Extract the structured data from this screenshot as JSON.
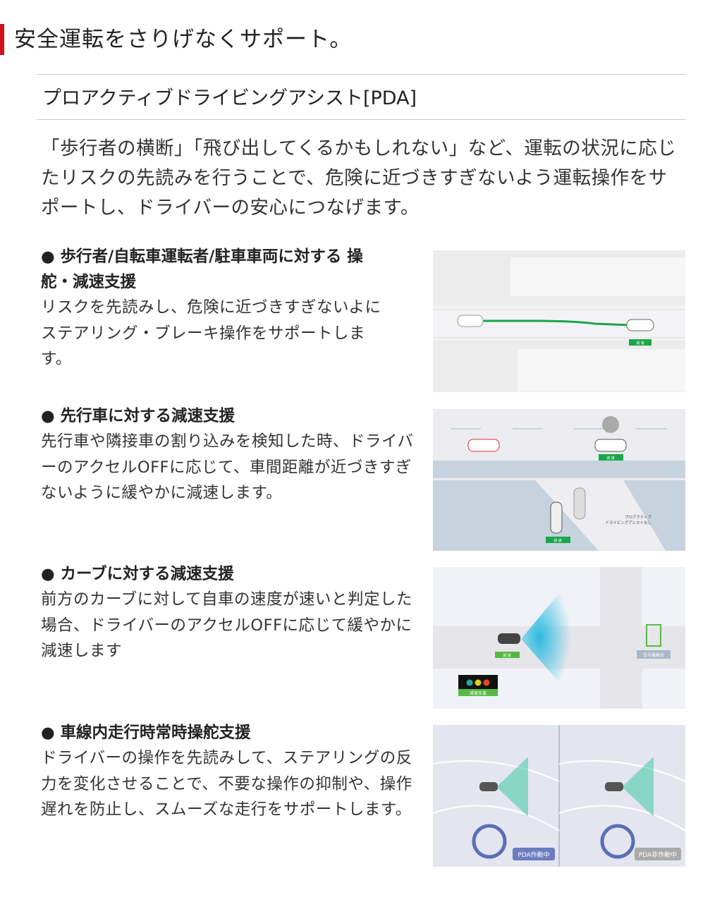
{
  "header": {
    "title": "安全運転をさりげなくサポート。"
  },
  "subheading": "プロアクティブドライビングアシスト[PDA]",
  "intro": "「歩行者の横断」「飛び出してくるかもしれない」など、運転の状況に応じたリスクの先読みを行うことで、危険に近づきすぎないよう運転操作をサポートし、ドライバーの安心につなげます。",
  "sections": [
    {
      "heading": "● 歩行者/自転車運転者/駐車車両に対する 操舵・減速支援",
      "body": "リスクを先読みし、危険に近づきすぎないよにステアリング・ブレーキ操作をサポートします。",
      "labels": [
        "減 速"
      ]
    },
    {
      "heading": "● 先行車に対する減速支援",
      "body": "先行車や隣接車の割り込みを検知した時、ドライバーのアクセルOFFに応じて、車間距離が近づきすぎないように緩やかに減速します。",
      "labels": [
        "減 速",
        "減 速",
        "プロアクティブ",
        "ドライビングアシストなし"
      ]
    },
    {
      "heading": "● カーブに対する減速支援",
      "body": "前方のカーブに対して自車の速度が速いと判定した場合、ドライバーのアクセルOFFに応じて緩やかに減速します",
      "labels": [
        "減 速",
        "減速支援",
        "信号機検出"
      ]
    },
    {
      "heading": "● 車線内走行時常時操舵支援",
      "body": "ドライバーの操作を先読みして、ステアリングの反力を変化させることで、不要な操作の抑制や、操作遅れを防止し、スムーズな走行をサポートします。",
      "labels": [
        "PDA作動中",
        "PDA非作動中"
      ]
    }
  ],
  "colors": {
    "accent": "#d0111b",
    "green": "#1aa64a"
  }
}
